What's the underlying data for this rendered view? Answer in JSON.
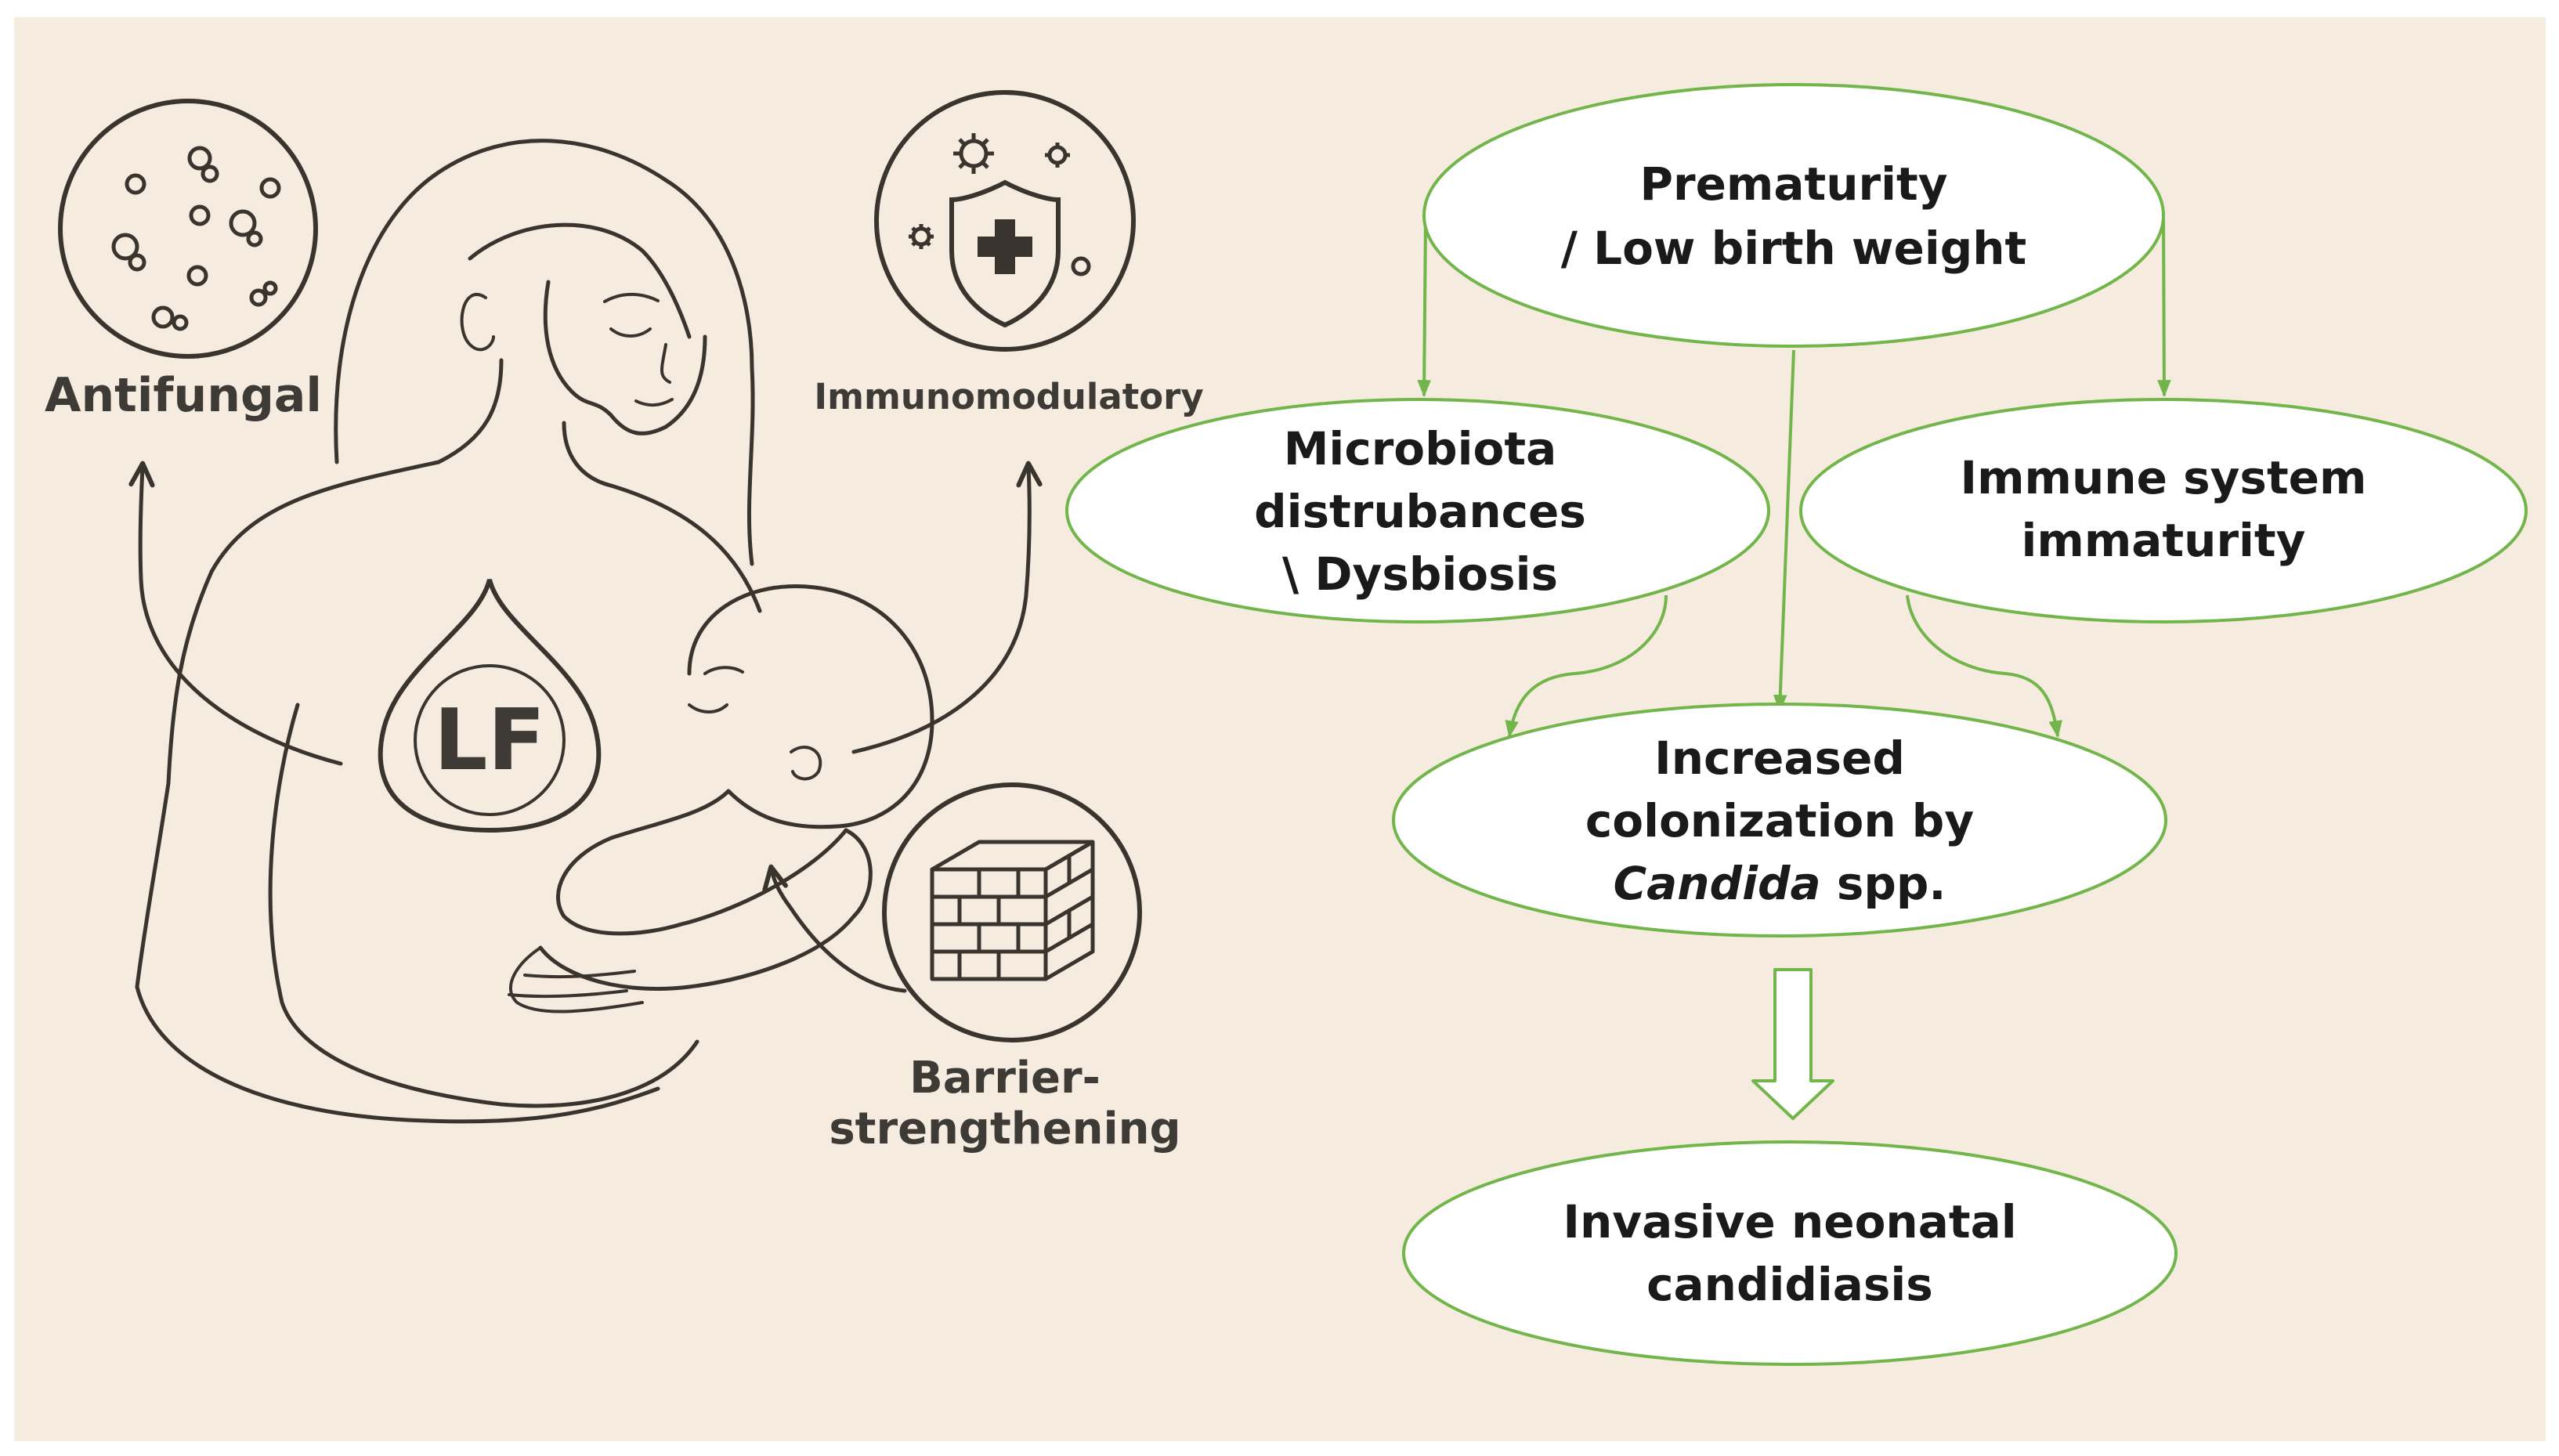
{
  "illustration": {
    "center_label": "LF",
    "effects": [
      {
        "id": "antifungal",
        "label": "Antifungal",
        "icon": "microbes-icon"
      },
      {
        "id": "immunomodulatory",
        "label": "Immunomodulatory",
        "icon": "shield-cross-icon"
      },
      {
        "id": "barrier",
        "label_line1": "Barrier-",
        "label_line2": "strengthening",
        "icon": "brick-wall-icon"
      }
    ]
  },
  "flowchart": {
    "nodes": {
      "prematurity": {
        "line1": "Prematurity",
        "line2": "/ Low birth weight"
      },
      "microbiota": {
        "line1": "Microbiota",
        "line2": "distrubances",
        "line3": "\\ Dysbiosis"
      },
      "immune": {
        "line1": "Immune system",
        "line2": "immaturity"
      },
      "colonization": {
        "line1": "Increased",
        "line2": "colonization by",
        "line3_italic": "Candida",
        "line3_rest": " spp."
      },
      "candidiasis": {
        "line1": "Invasive neonatal",
        "line2": "candidiasis"
      }
    },
    "edges": [
      [
        "prematurity",
        "microbiota"
      ],
      [
        "prematurity",
        "immune"
      ],
      [
        "prematurity",
        "colonization"
      ],
      [
        "microbiota",
        "colonization"
      ],
      [
        "immune",
        "colonization"
      ],
      [
        "colonization",
        "candidiasis"
      ]
    ],
    "colors": {
      "outline": "#72b54a",
      "background": "#f5ebdf",
      "ink": "#3a342f"
    }
  }
}
